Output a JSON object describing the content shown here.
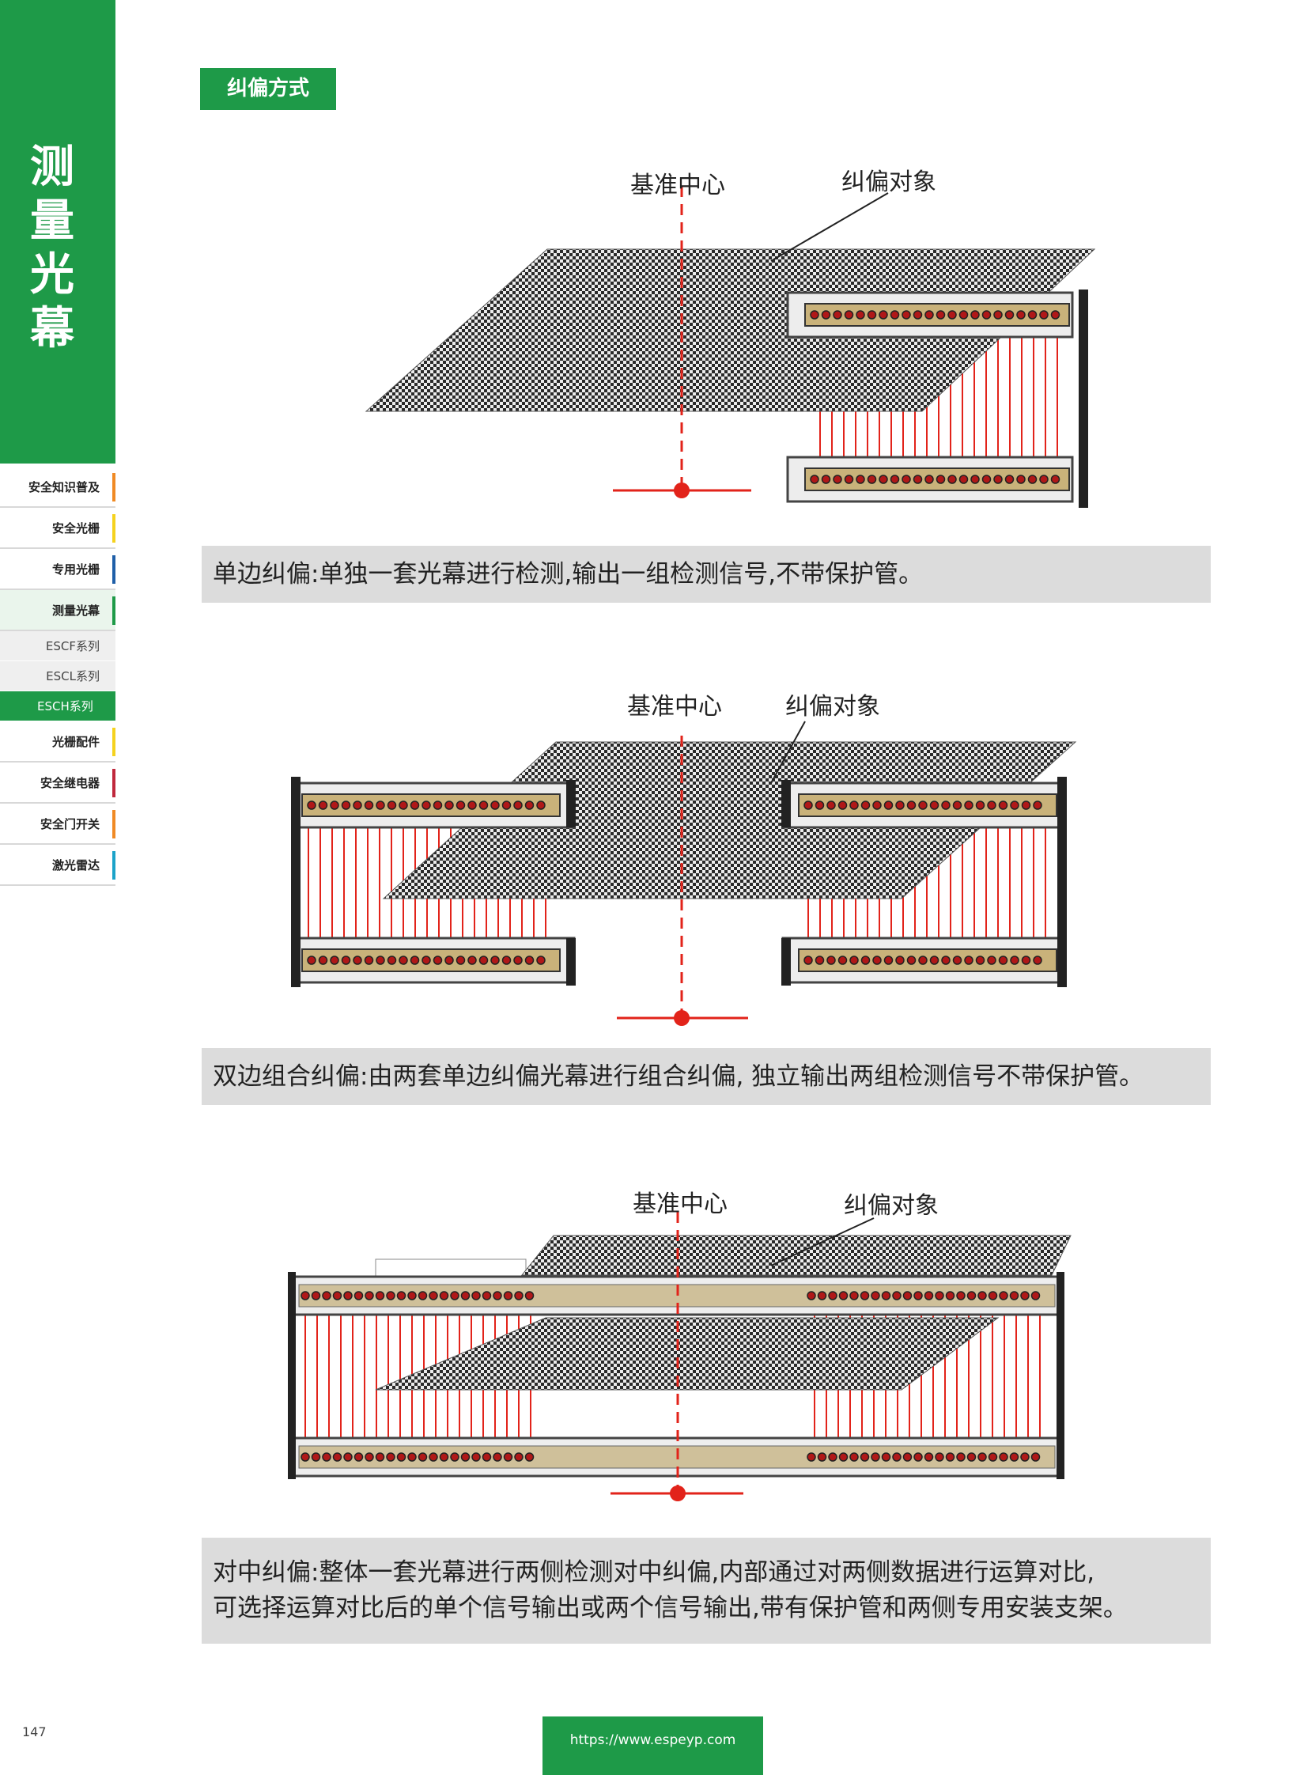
{
  "sidebar": {
    "title_chars": [
      "测",
      "量",
      "光",
      "幕"
    ],
    "nav": [
      {
        "label": "安全知识普及",
        "accent": "#f08a24"
      },
      {
        "label": "安全光栅",
        "accent": "#f5d21e"
      },
      {
        "label": "专用光栅",
        "accent": "#1f5fa8"
      },
      {
        "label": "测量光幕",
        "accent": "#1e9a48"
      },
      {
        "label": "ESCF系列"
      },
      {
        "label": "ESCL系列"
      },
      {
        "label": "ESCH系列"
      },
      {
        "label": "光栅配件",
        "accent": "#f5d21e"
      },
      {
        "label": "安全继电器",
        "accent": "#c0283c"
      },
      {
        "label": "安全门开关",
        "accent": "#f08a24"
      },
      {
        "label": "激光雷达",
        "accent": "#1ca3c9"
      }
    ]
  },
  "section_title": "纠偏方式",
  "diagrams": [
    {
      "label_center": "基准中心",
      "label_object": "纠偏对象"
    },
    {
      "label_center": "基准中心",
      "label_object": "纠偏对象"
    },
    {
      "label_center": "基准中心",
      "label_object": "纠偏对象"
    }
  ],
  "captions": [
    {
      "lines": [
        "单边纠偏:单独一套光幕进行检测,输出一组检测信号,不带保护管。"
      ]
    },
    {
      "lines": [
        "双边组合纠偏:由两套单边纠偏光幕进行组合纠偏, 独立输出两组检测信号不带保护管。"
      ]
    },
    {
      "lines": [
        "对中纠偏:整体一套光幕进行两侧检测对中纠偏,内部通过对两侧数据进行运算对比,",
        "可选择运算对比后的单个信号输出或两个信号输出,带有保护管和两侧专用安装支架。"
      ]
    }
  ],
  "footer": {
    "page_number": "147",
    "url": "https://www.espeyp.com"
  },
  "colors": {
    "brand_green": "#1e9a48",
    "beam_red": "#e2231a",
    "caption_bg": "#dcdcdc"
  }
}
